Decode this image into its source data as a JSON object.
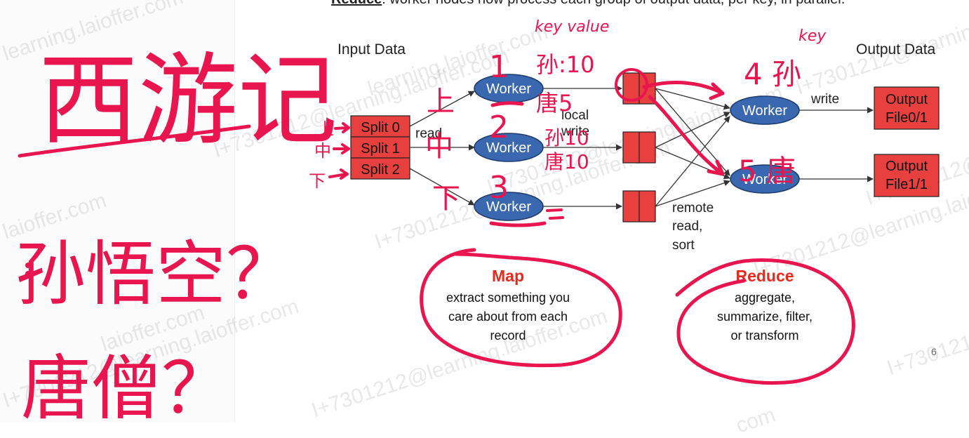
{
  "slide": {
    "header_bold": "Reduce",
    "header_rest": ": worker nodes now process each group of output data, per key, in parallel.",
    "input_title": "Input Data",
    "output_title": "Output Data",
    "splits": [
      "Split 0",
      "Split 1",
      "Split 2"
    ],
    "read_label": "read",
    "local_write_line1": "local",
    "local_write_line2": "write",
    "worker_label": "Worker",
    "write_label": "write",
    "remote_line1": "remote",
    "remote_line2": "read,",
    "remote_line3": "sort",
    "outputs": [
      {
        "line1": "Output",
        "line2": "File0/1"
      },
      {
        "line1": "Output",
        "line2": "File1/1"
      }
    ],
    "map_title": "Map",
    "map_desc_line1": "extract something you",
    "map_desc_line2": "care about from each",
    "map_desc_line3": "record",
    "reduce_title": "Reduce",
    "reduce_desc_line1": "aggregate,",
    "reduce_desc_line2": "summarize, filter,",
    "reduce_desc_line3": "or transform",
    "page_number": "6"
  },
  "watermarks": [
    "learning.laioffer.com",
    "I+7301212@learning.laioffer.com",
    "I+7301212@learning.laioffer.com",
    "learning.laioffer.com",
    "I+7301212@learning.laioffer.com",
    "I+7301212@learning.laioffer.com",
    "I+7301212@learning.laioffer.com",
    "I+7301212@learning.laioffer.com",
    "laioffer.com",
    "laioffer.com",
    "I+7301212@learning.laioffer.com",
    "I+7301212@learning.laioffer.com",
    "I+7301212@learning.laioffer.com",
    "com"
  ],
  "annotations": {
    "left_title": "西游记",
    "left_question_1": "孙悟空？",
    "left_question_2": "唐僧？",
    "split_marks": [
      "上",
      "中",
      "下"
    ],
    "worker_numbers": [
      "1",
      "2",
      "3"
    ],
    "worker_chars": [
      "上",
      "中",
      "下"
    ],
    "kv_header": "key value",
    "kv_lines": [
      "孙:10",
      "唐5",
      "孙10",
      "唐10"
    ],
    "key_header": "key",
    "reducer_labels": [
      "4 孙",
      "5 唐"
    ]
  },
  "colors": {
    "ink": "#e8154f",
    "worker_fill": "#3a68b0",
    "box_fill": "#e8403f",
    "map_title": "#e8291c",
    "reduce_title": "#e8291c"
  }
}
